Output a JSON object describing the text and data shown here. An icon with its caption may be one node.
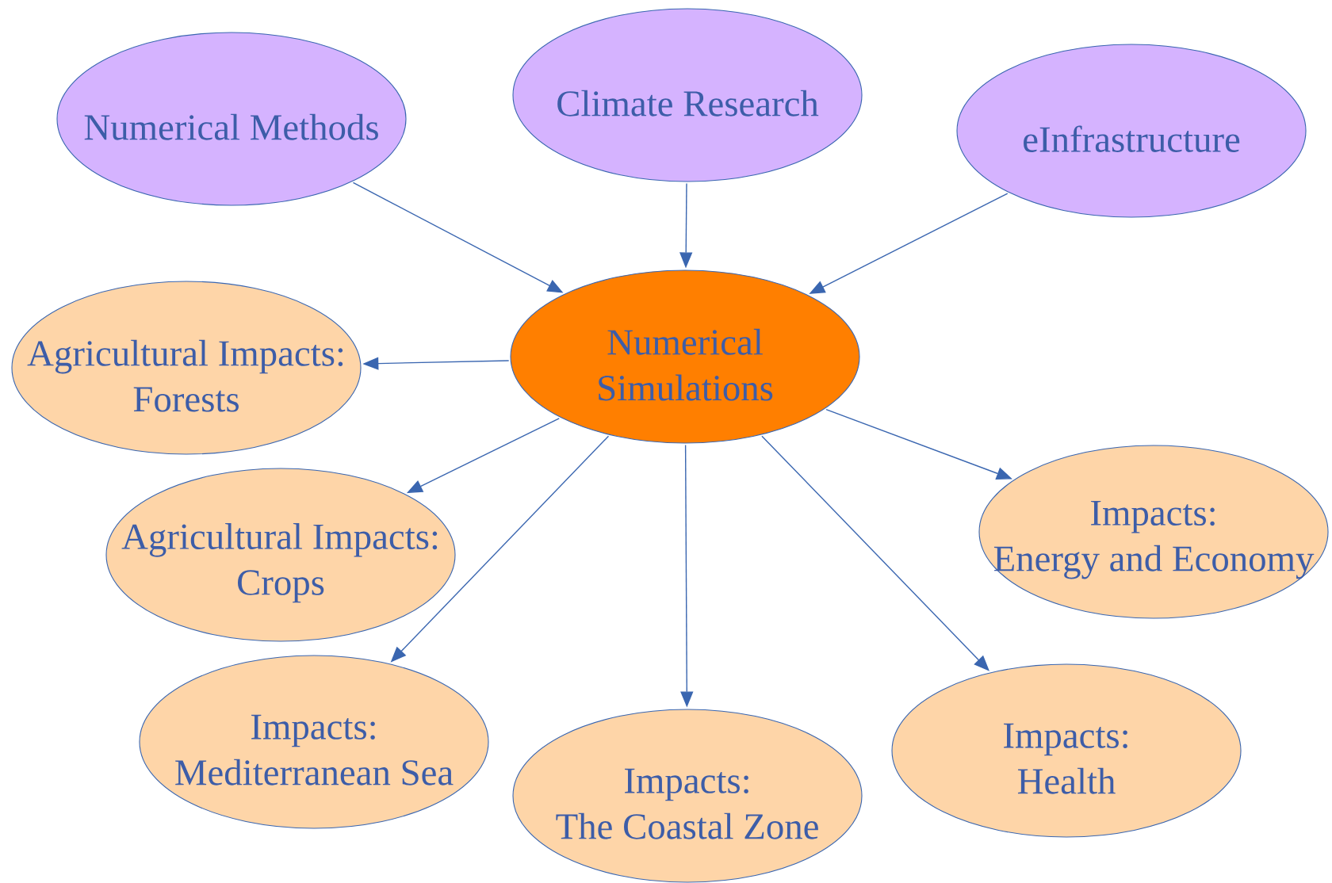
{
  "diagram": {
    "nodes": [
      {
        "text": [
          "Numerical Methods"
        ]
      },
      {
        "text": [
          "Climate Research"
        ]
      },
      {
        "text": [
          "eInfrastructure"
        ]
      },
      {
        "text": [
          "Numerical Simulations"
        ]
      },
      {
        "text": [
          "Agricultural Impacts: Forests"
        ]
      },
      {
        "text": [
          "Agricultural Impacts: Crops"
        ]
      },
      {
        "text": [
          "Impacts: Mediterranean Sea"
        ]
      },
      {
        "text": [
          "Impacts: The Coastal Zone"
        ]
      },
      {
        "text": [
          "Impacts: Health"
        ]
      },
      {
        "text": [
          "Impacts: Energy and Economy"
        ]
      }
    ],
    "edges": [
      {
        "from": 0,
        "to": 3,
        "arrow": "to"
      },
      {
        "from": 1,
        "to": 3,
        "arrow": "to"
      },
      {
        "from": 2,
        "to": 3,
        "arrow": "to"
      },
      {
        "from": 3,
        "to": 4,
        "arrow": "to"
      },
      {
        "from": 3,
        "to": 5,
        "arrow": "to"
      },
      {
        "from": 3,
        "to": 6,
        "arrow": "to"
      },
      {
        "from": 3,
        "to": 7,
        "arrow": "to"
      },
      {
        "from": 3,
        "to": 8,
        "arrow": "to"
      },
      {
        "from": 3,
        "to": 9,
        "arrow": "to"
      }
    ]
  }
}
